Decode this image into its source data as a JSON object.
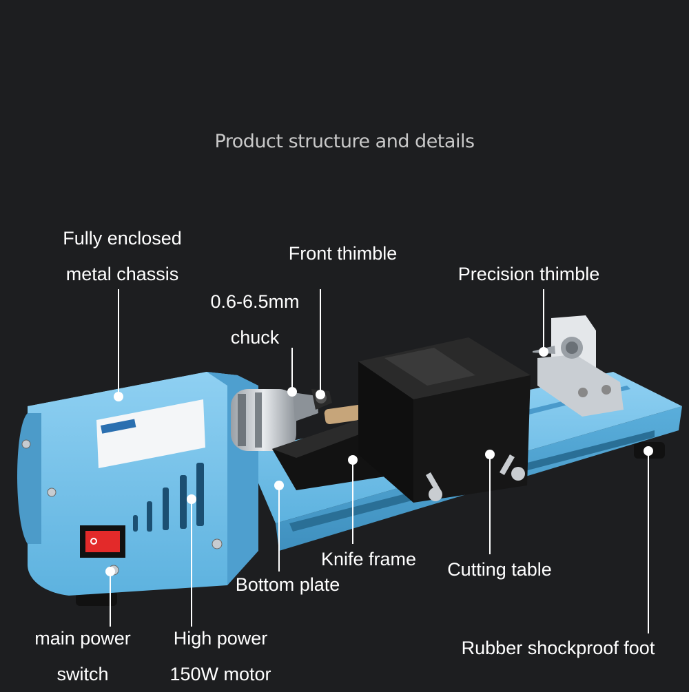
{
  "heading": "Product structure and details",
  "labels": {
    "chassis": [
      "Fully enclosed",
      "metal chassis"
    ],
    "front_thimble": "Front thimble",
    "precision_thimble": "Precision thimble",
    "chuck": [
      "0.6-6.5mm",
      "chuck"
    ],
    "knife_frame": "Knife frame",
    "cutting_table": "Cutting table",
    "bottom_plate": "Bottom plate",
    "power_switch": [
      "main power",
      "switch"
    ],
    "motor": [
      "High power",
      "150W motor"
    ],
    "foot": "Rubber shockproof foot"
  },
  "colors": {
    "background": "#1d1e20",
    "body_blue": "#5fb4e0",
    "steel": "#cfd3d6",
    "black_part": "#1a1a1a",
    "switch_red": "#e32a2a"
  }
}
